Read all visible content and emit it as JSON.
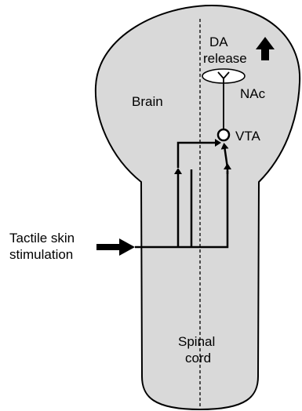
{
  "labels": {
    "brain": "Brain",
    "da_release_line1": "DA",
    "da_release_line2": "release",
    "nac": "NAc",
    "vta": "VTA",
    "stimulus_line1": "Tactile skin",
    "stimulus_line2": "stimulation",
    "spinal_line1": "Spinal",
    "spinal_line2": "cord"
  },
  "colors": {
    "body_fill": "#d9d9d9",
    "outline": "#000000",
    "background": "#ffffff"
  },
  "icons": {
    "increase": "up-arrow-icon",
    "input": "right-arrow-icon",
    "neuron": "neuron-circle-icon",
    "synapse": "synapse-y-icon"
  }
}
